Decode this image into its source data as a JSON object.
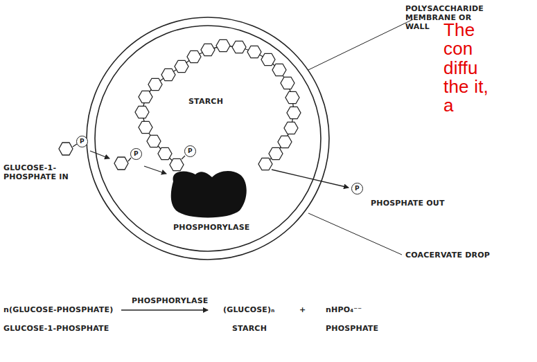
{
  "diagram": {
    "labels": [
      "POLYSACCHARIDE MEMBRANE OR WALL",
      "The con diffu the it, a",
      "STARCH",
      "GLUCOSE-1-PHOSPHATE IN",
      "P",
      "P",
      "P",
      "PHOSPHORYLASE",
      "P",
      "PHOSPHATE OUT",
      "COACERVATE DROP",
      "n(GLUCOSE-PHOSPHATE)",
      "PHOSPHORYLASE",
      "(GLUCOSE)ₙ",
      "+",
      "nHPO₄⁻⁻",
      "GLUCOSE-1-PHOSPHATE",
      "STARCH",
      "PHOSPHATE"
    ]
  }
}
